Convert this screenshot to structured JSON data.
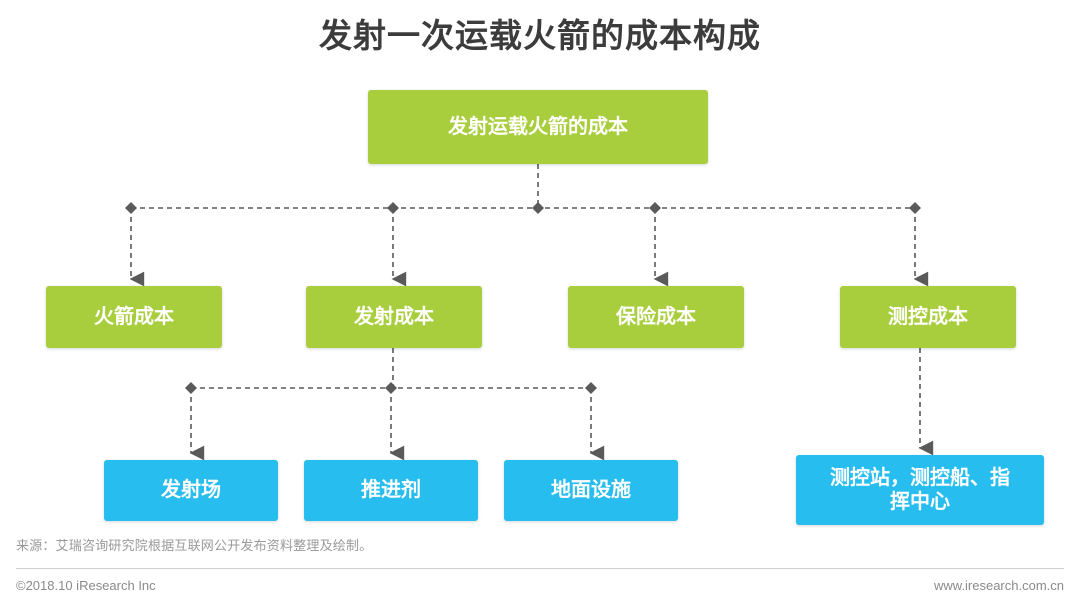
{
  "page": {
    "title": "发射一次运载火箭的成本构成",
    "background": "#ffffff",
    "title_color": "#3c3c3c"
  },
  "colors": {
    "green": "#a8ce3e",
    "blue": "#27bdee",
    "connector": "#5a5a5a",
    "muted_text": "#999999",
    "rule": "#d0d0d0"
  },
  "diagram": {
    "type": "tree",
    "root": {
      "label": "发射运载火箭的成本",
      "color": "#a8ce3e"
    },
    "level2": [
      {
        "label": "火箭成本",
        "color": "#a8ce3e"
      },
      {
        "label": "发射成本",
        "color": "#a8ce3e"
      },
      {
        "label": "保险成本",
        "color": "#a8ce3e"
      },
      {
        "label": "测控成本",
        "color": "#a8ce3e"
      }
    ],
    "level3": [
      {
        "label": "发射场",
        "color": "#27bdee",
        "parent": "发射成本"
      },
      {
        "label": "推进剂",
        "color": "#27bdee",
        "parent": "发射成本"
      },
      {
        "label": "地面设施",
        "color": "#27bdee",
        "parent": "发射成本"
      },
      {
        "label_line1": "测控站，测控船、指",
        "label_line2": "挥中心",
        "color": "#27bdee",
        "parent": "测控成本"
      }
    ]
  },
  "source": {
    "note": "来源：艾瑞咨询研究院根据互联网公开发布资料整理及绘制。"
  },
  "footer": {
    "copyright": "©2018.10 iResearch Inc",
    "website": "www.iresearch.com.cn"
  }
}
